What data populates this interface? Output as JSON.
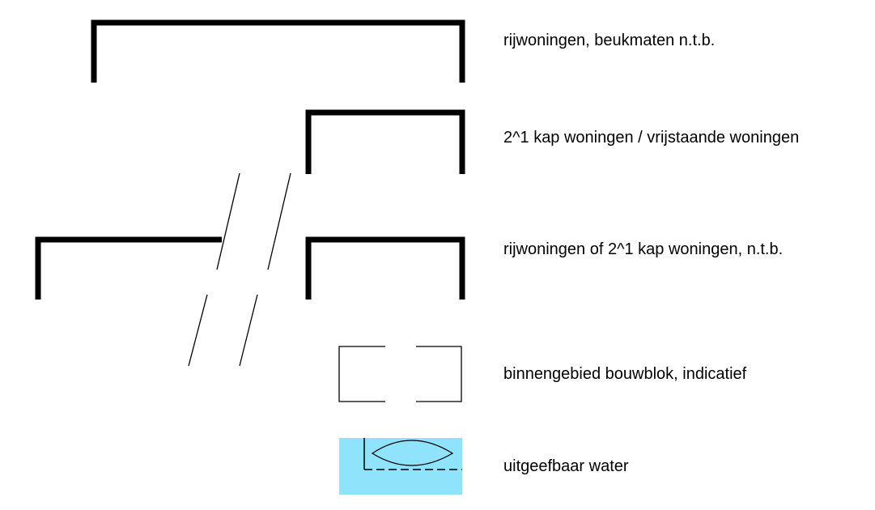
{
  "legend": {
    "items": [
      {
        "key": "row-houses",
        "label": "rijwoningen, beukmaten n.t.b."
      },
      {
        "key": "semi-detached",
        "label": "2^1 kap woningen / vrijstaande woningen"
      },
      {
        "key": "row-or-semi",
        "label": "rijwoningen of 2^1 kap woningen, n.t.b."
      },
      {
        "key": "inner-area",
        "label": "binnengebied bouwblok, indicatief"
      },
      {
        "key": "water",
        "label": "uitgeefbaar water"
      }
    ]
  },
  "colors": {
    "line": "#000000",
    "water_fill": "#8fe3fb",
    "background": "#ffffff"
  }
}
